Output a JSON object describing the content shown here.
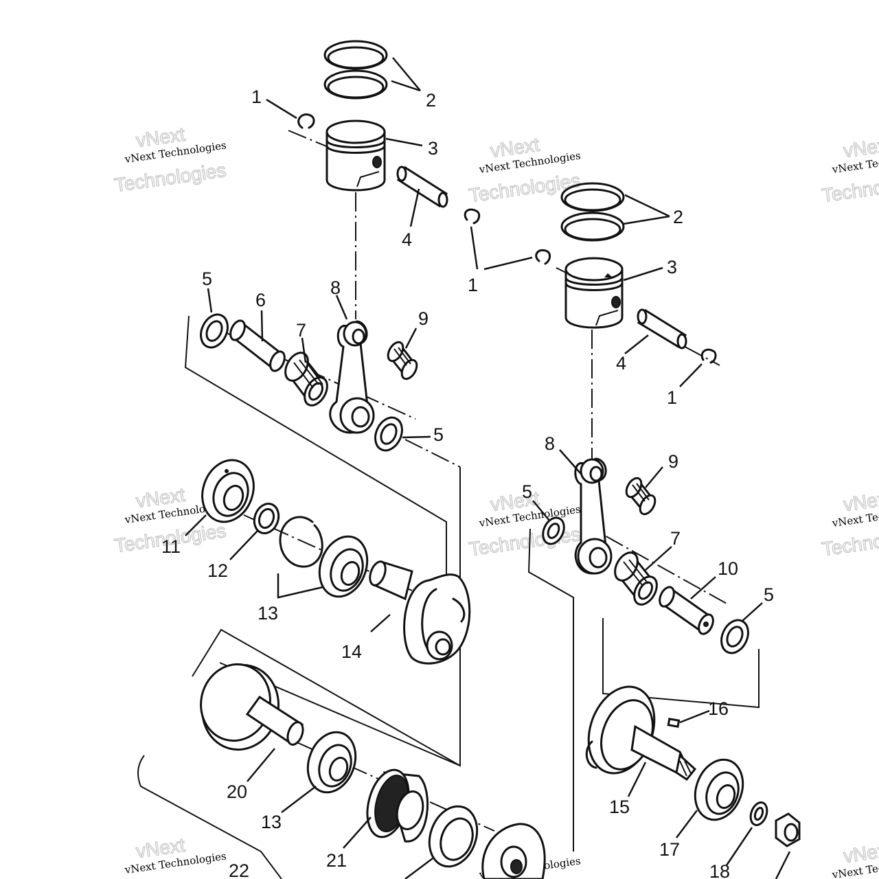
{
  "watermark": {
    "text": "vNext Technologies",
    "line1": "vNext",
    "line2": "Technologies"
  },
  "callouts": {
    "c1a": "1",
    "c2a": "2",
    "c3a": "3",
    "c4a": "4",
    "c1b": "1",
    "c2b": "2",
    "c3b": "3",
    "c4b": "4",
    "c1c": "1",
    "c5a": "5",
    "c6": "6",
    "c7a": "7",
    "c8a": "8",
    "c9a": "9",
    "c5b": "5",
    "c8b": "8",
    "c9b": "9",
    "c5c": "5",
    "c7b": "7",
    "c10": "10",
    "c5d": "5",
    "c11": "11",
    "c12": "12",
    "c13a": "13",
    "c14": "14",
    "c16": "16",
    "c15": "15",
    "c17": "17",
    "c18": "18",
    "c20": "20",
    "c13b": "13",
    "c21": "21",
    "c22": "22"
  }
}
